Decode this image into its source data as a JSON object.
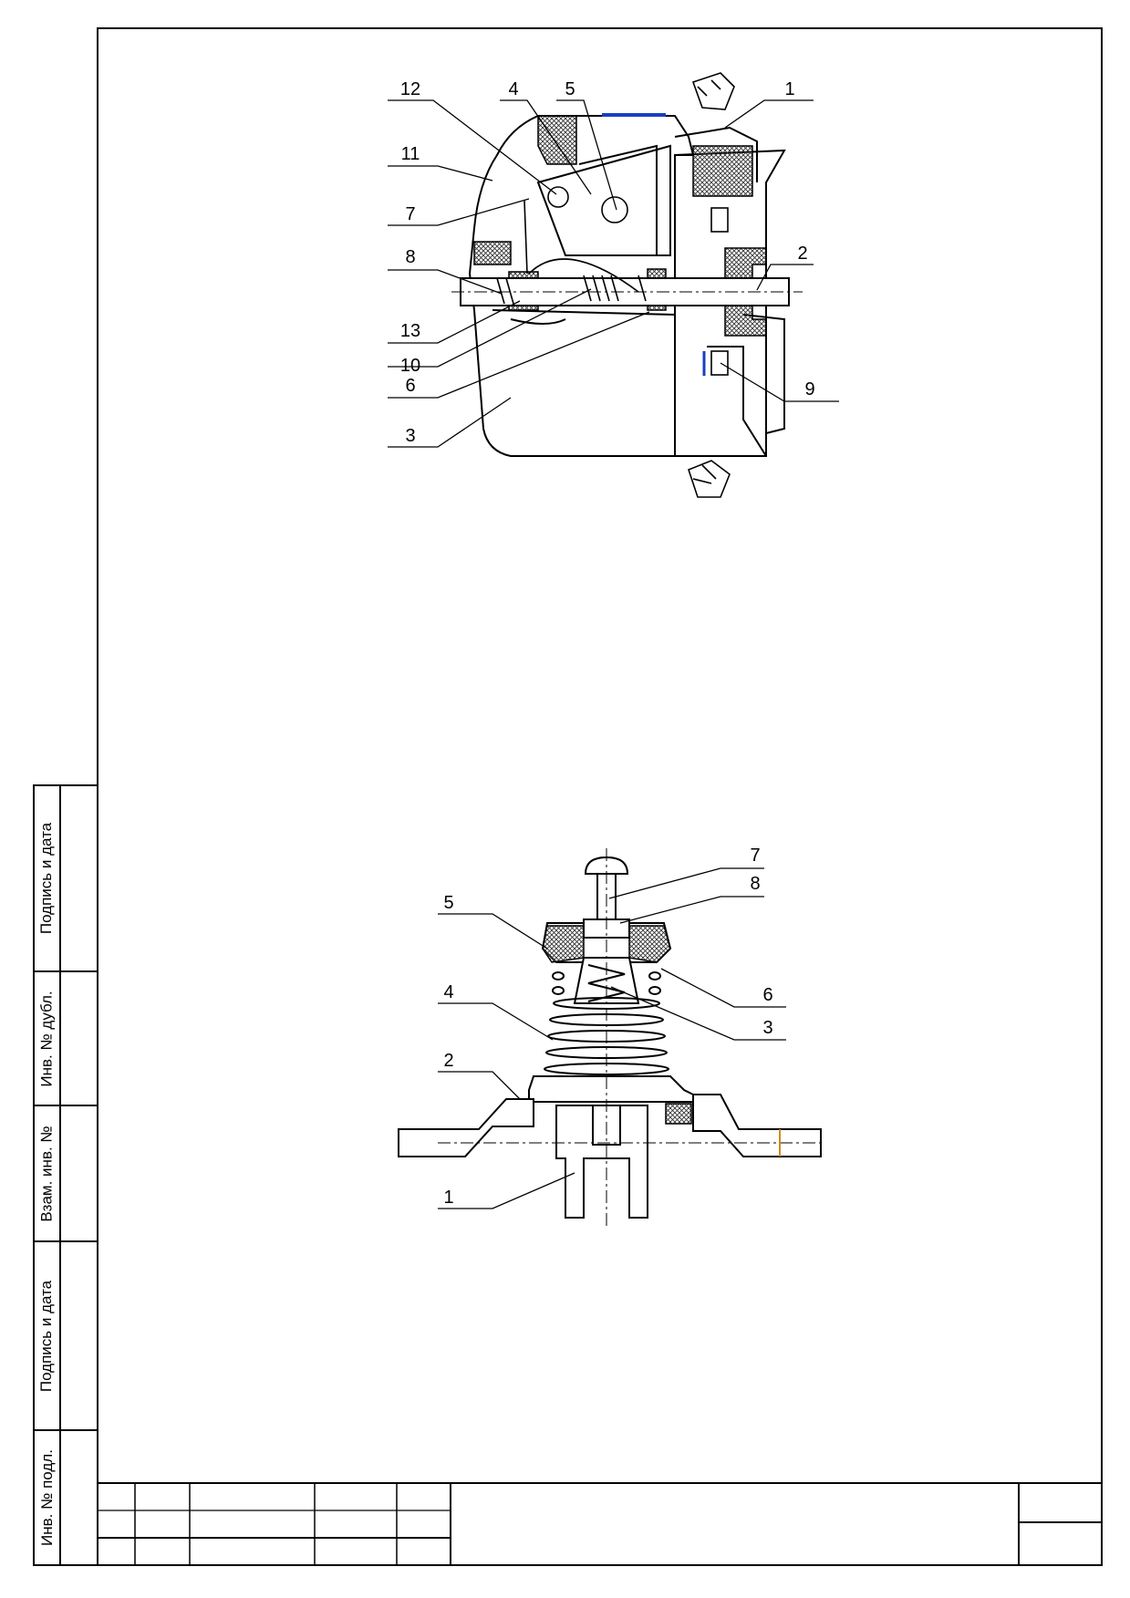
{
  "side_stamp": {
    "cells": [
      "Подпись и дата",
      "Инв. № дубл.",
      "Взам. инв. №",
      "Подпись и дата",
      "Инв. № подл."
    ]
  },
  "figure_top": {
    "callouts": [
      "12",
      "4",
      "5",
      "1",
      "11",
      "7",
      "8",
      "2",
      "13",
      "10",
      "6",
      "9",
      "3"
    ]
  },
  "figure_bottom": {
    "callouts": [
      "7",
      "8",
      "5",
      "6",
      "4",
      "3",
      "2",
      "1"
    ]
  },
  "colors": {
    "line": "#000000",
    "hatch_fill": "#555555",
    "accent_blue": "#1a3fbf",
    "accent_orange": "#d08a1a"
  }
}
